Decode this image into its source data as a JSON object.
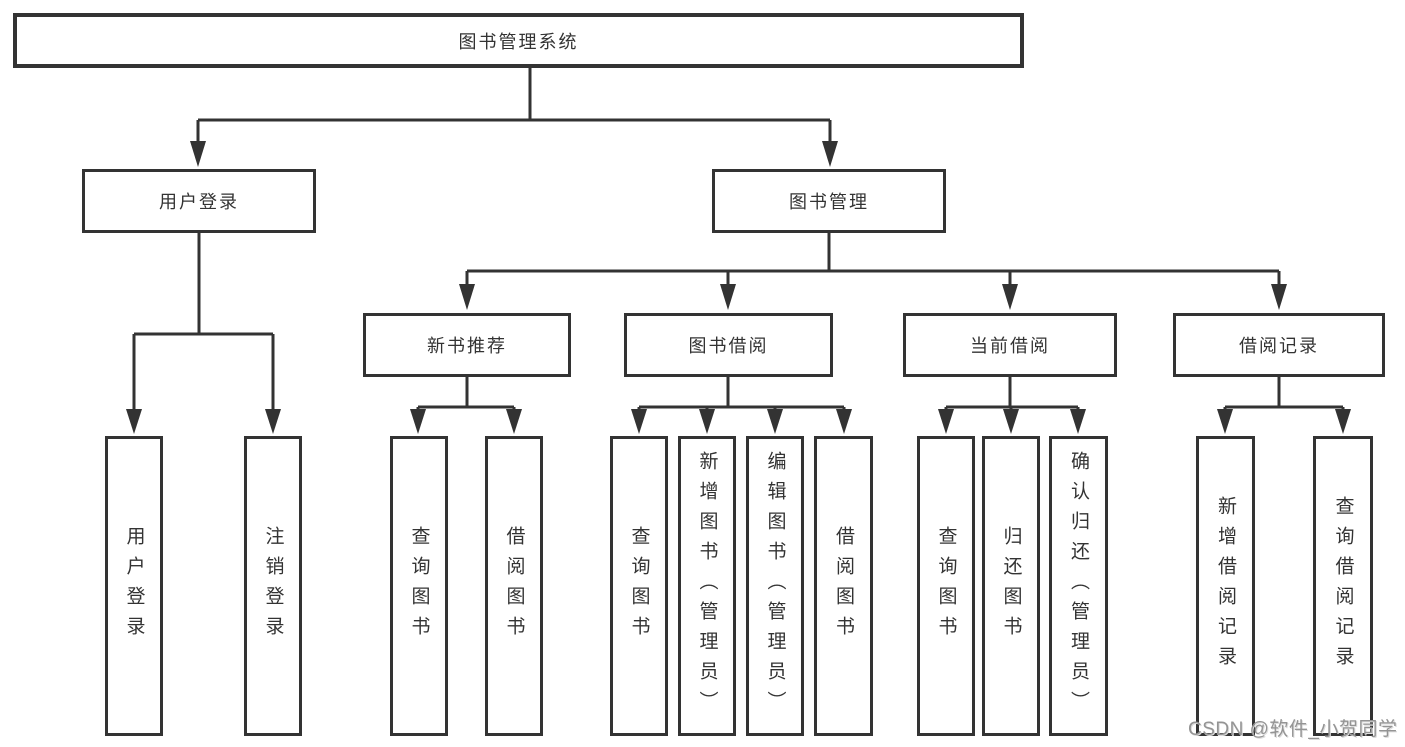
{
  "diagram": {
    "root": {
      "label": "图书管理系统"
    },
    "level2": [
      {
        "id": "user-login",
        "label": "用户登录"
      },
      {
        "id": "book-management",
        "label": "图书管理"
      }
    ],
    "level3": [
      {
        "id": "new-book-recommendation",
        "label": "新书推荐"
      },
      {
        "id": "book-borrowing",
        "label": "图书借阅"
      },
      {
        "id": "current-borrowing",
        "label": "当前借阅"
      },
      {
        "id": "borrowing-records",
        "label": "借阅记录"
      }
    ],
    "leaves": [
      {
        "parent": "用户登录",
        "label": "用户登录"
      },
      {
        "parent": "用户登录",
        "label": "注销登录"
      },
      {
        "parent": "新书推荐",
        "label": "查询图书"
      },
      {
        "parent": "新书推荐",
        "label": "借阅图书"
      },
      {
        "parent": "图书借阅",
        "label": "查询图书"
      },
      {
        "parent": "图书借阅",
        "label": "新增图书（管理员）"
      },
      {
        "parent": "图书借阅",
        "label": "编辑图书（管理员）"
      },
      {
        "parent": "图书借阅",
        "label": "借阅图书"
      },
      {
        "parent": "当前借阅",
        "label": "查询图书"
      },
      {
        "parent": "当前借阅",
        "label": "归还图书"
      },
      {
        "parent": "当前借阅",
        "label": "确认归还（管理员）"
      },
      {
        "parent": "借阅记录",
        "label": "新增借阅记录"
      },
      {
        "parent": "借阅记录",
        "label": "查询借阅记录"
      }
    ],
    "watermark": "CSDN @软件_小贺同学",
    "colors": {
      "line": "#333333",
      "box_border": "#333333",
      "text": "#333333",
      "watermark": "#949494",
      "background": "#ffffff"
    }
  }
}
